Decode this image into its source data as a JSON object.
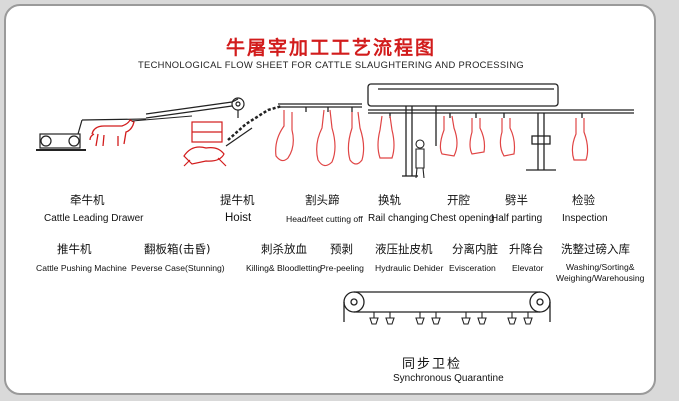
{
  "title": {
    "zh": "牛屠宰加工工艺流程图",
    "en": "TECHNOLOGICAL FLOW SHEET FOR CATTLE SLAUGHTERING AND PROCESSING"
  },
  "steps": {
    "leading": {
      "zh": "牵牛机",
      "en": "Cattle Leading Drawer"
    },
    "hoist": {
      "zh": "提牛机",
      "en": "Hoist"
    },
    "head_cut": {
      "zh": "割头蹄",
      "en": "Head/feet cutting off"
    },
    "rail": {
      "zh": "换轨",
      "en": "Rail changing"
    },
    "chest": {
      "zh": "开腔",
      "en": "Chest opening"
    },
    "half": {
      "zh": "劈半",
      "en": "Half parting"
    },
    "inspect": {
      "zh": "检验",
      "en": "Inspection"
    },
    "pushing": {
      "zh": "推牛机",
      "en": "Cattle Pushing Machine"
    },
    "reverse": {
      "zh": "翻板箱(击昏)",
      "en": "Peverse Case(Stunning)"
    },
    "kill": {
      "zh": "刺杀放血",
      "en": "Killing& Bloodletting"
    },
    "peel": {
      "zh": "预剥",
      "en": "Pre-peeling"
    },
    "dehider": {
      "zh": "液压扯皮机",
      "en": "Hydraulic Dehider"
    },
    "evisc": {
      "zh": "分离内脏",
      "en": "Evisceration"
    },
    "elevator": {
      "zh": "升降台",
      "en": "Elevator"
    },
    "wash": {
      "zh": "洗整过磅入库",
      "en1": "Washing/Sorting&",
      "en2": "Weighing/Warehousing"
    },
    "quarantine": {
      "zh": "同步卫检",
      "en": "Synchronous Quarantine"
    }
  },
  "colors": {
    "title": "#d21c1c",
    "line": "#222222",
    "carcass": "#e04545",
    "frame": "#9a9a9a"
  }
}
